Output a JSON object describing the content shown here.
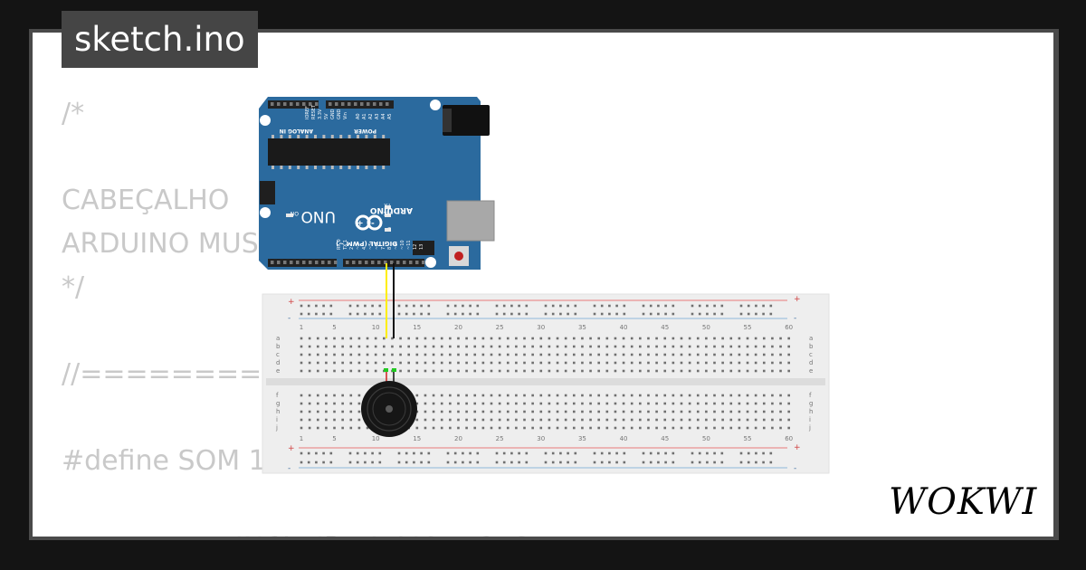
{
  "title": "sketch.ino",
  "code_lines": [
    "/*",
    "",
    "CABEÇALHO",
    "ARDUINO MUS",
    "*/",
    "",
    "//==========",
    "",
    "#define SOM 1",
    "",
    "//                  INCLUIR BIBLIOTECAS"
  ],
  "brand": "WOKWI",
  "arduino": {
    "logo_text": "ARDUINO",
    "model": "UNO",
    "digital_label": "DIGITAL (PWM ~)",
    "analog_label": "ANALOG IN",
    "power_label": "POWER",
    "aref": "AREF",
    "gnd": "GND",
    "tx": "TX",
    "rx": "RX",
    "on": "ON",
    "l": "L",
    "top_pins": [
      "A5",
      "A4",
      "A3",
      "A2",
      "A1",
      "A0",
      "",
      "Vin",
      "GND",
      "GND",
      "5V",
      "3.3V",
      "RESET",
      "IOREF"
    ],
    "digital_pins": [
      "13",
      "12",
      "~11",
      "~10",
      "~9",
      "8",
      "7",
      "~6",
      "~5",
      "4",
      "~3",
      "2",
      "TX 1",
      "RX 0"
    ]
  },
  "breadboard": {
    "column_numbers": [
      "1",
      "5",
      "10",
      "15",
      "20",
      "25",
      "30",
      "35",
      "40",
      "45",
      "50",
      "55",
      "60"
    ],
    "rows_top": [
      "a",
      "b",
      "c",
      "d",
      "e"
    ],
    "rows_bottom": [
      "f",
      "g",
      "h",
      "i",
      "j"
    ],
    "plus": "+",
    "minus": "-"
  },
  "colors": {
    "board": "#2b6a9e",
    "wire_signal": "#ffee00",
    "wire_ground": "#111111",
    "accent": "#454545"
  }
}
